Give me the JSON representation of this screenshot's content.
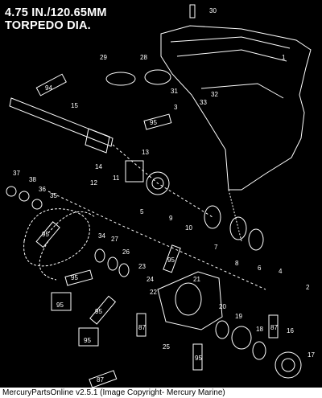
{
  "heading": {
    "line1": "4.75 IN./120.65MM",
    "line2": "TORPEDO DIA."
  },
  "callouts": [
    "1",
    "2",
    "3",
    "4",
    "5",
    "6",
    "7",
    "8",
    "9",
    "10",
    "11",
    "12",
    "13",
    "14",
    "15",
    "16",
    "17",
    "18",
    "19",
    "20",
    "21",
    "22",
    "23",
    "24",
    "25",
    "26",
    "27",
    "28",
    "29",
    "30",
    "31",
    "32",
    "33",
    "34",
    "35",
    "36",
    "37",
    "38"
  ],
  "lube_labels": [
    "94",
    "95",
    "95",
    "95",
    "95",
    "95",
    "95",
    "87",
    "87",
    "87",
    "95",
    "95"
  ],
  "footer": "MercuryPartsOnline v2.5.1 (Image Copyright- Mercury Marine)"
}
